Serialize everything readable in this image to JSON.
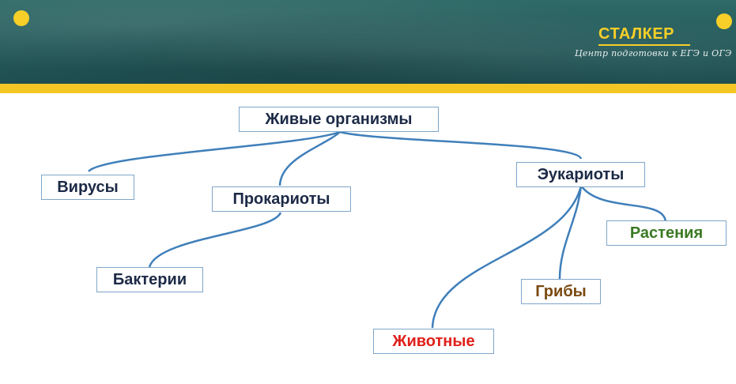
{
  "header": {
    "brand": "СТАЛКЕР",
    "tagline": "Центр подготовки к ЕГЭ и ОГЭ"
  },
  "diagram": {
    "root": "Живые организмы",
    "viruses": "Вирусы",
    "prokaryotes": "Прокариоты",
    "eukaryotes": "Эукариоты",
    "bacteria": "Бактерии",
    "plants": "Растения",
    "fungi": "Грибы",
    "animals": "Животные"
  },
  "colors": {
    "default_text": "#1c2a46",
    "plants": "#3a7a22",
    "fungi": "#7a4a12",
    "animals": "#e0201b",
    "link": "#3f7fba",
    "accent": "#f3c623"
  }
}
